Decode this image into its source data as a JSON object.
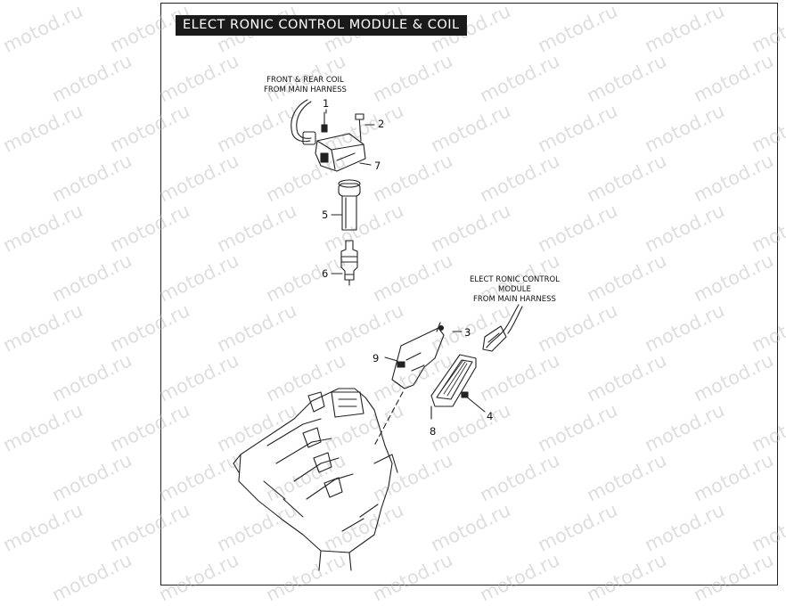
{
  "title": "ELECT RONIC CONTROL MODULE & COIL",
  "notes": {
    "coil_harness": [
      "FRONT & REAR COIL",
      "FROM MAIN HARNESS"
    ],
    "ecm_harness": [
      "ELECT RONIC CONTROL",
      "MODULE",
      "FROM MAIN HARNESS"
    ]
  },
  "callouts": {
    "c1": "1",
    "c2": "2",
    "c3": "3",
    "c4": "4",
    "c5": "5",
    "c6": "6",
    "c7": "7",
    "c8": "8",
    "c9": "9"
  },
  "watermark": "motod.ru"
}
